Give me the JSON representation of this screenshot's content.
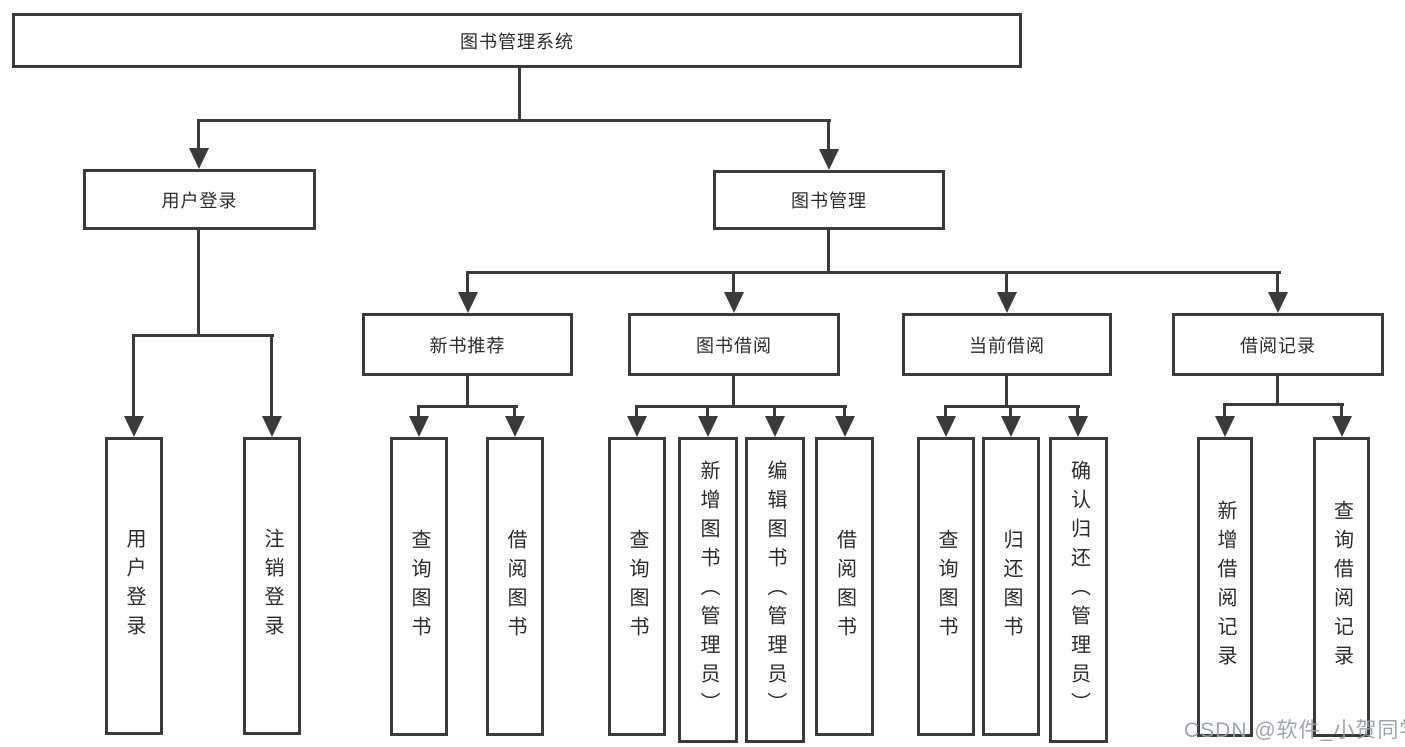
{
  "diagram": {
    "root": "图书管理系统",
    "level2": {
      "user_login": "用户登录",
      "book_mgmt": "图书管理"
    },
    "level3": {
      "new_books": "新书推荐",
      "book_borrow": "图书借阅",
      "current_borrow": "当前借阅",
      "borrow_records": "借阅记录"
    },
    "leaves": {
      "user_login": [
        "用户登录",
        "注销登录"
      ],
      "new_books": [
        "查询图书",
        "借阅图书"
      ],
      "book_borrow": [
        "查询图书",
        "新增图书（管理员）",
        "编辑图书（管理员）",
        "借阅图书"
      ],
      "current_borrow": [
        "查询图书",
        "归还图书",
        "确认归还（管理员）"
      ],
      "borrow_records": [
        "新增借阅记录",
        "查询借阅记录"
      ]
    }
  },
  "watermark": "CSDN @软件_小贺同学",
  "colors": {
    "line": "#3a3a3a",
    "text": "#2b2b2b",
    "background": "#ffffff",
    "watermark": "#9aa0a8"
  }
}
